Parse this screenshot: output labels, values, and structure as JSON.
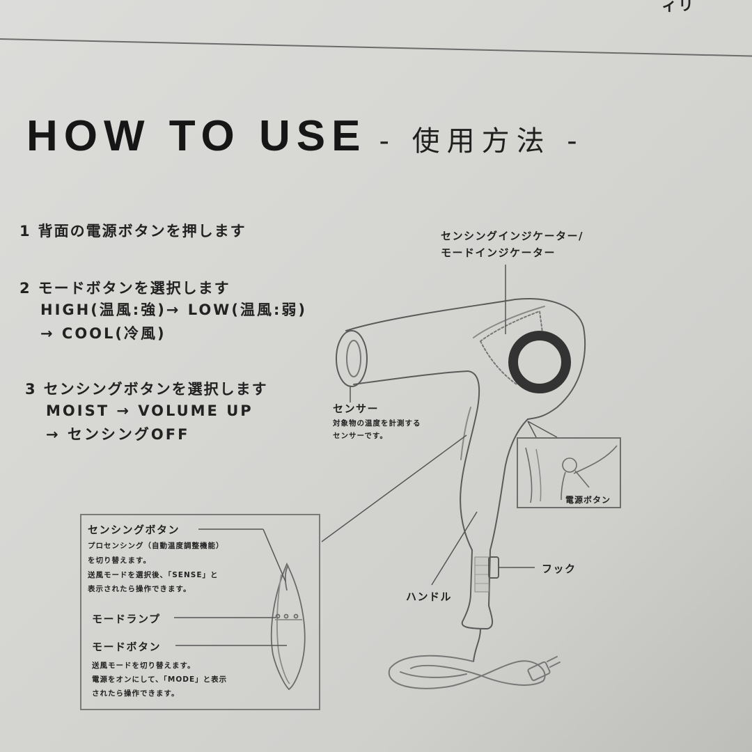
{
  "header": {
    "top_fragment": "ィリ",
    "title_en": "HOW TO USE",
    "title_ja": "- 使用方法 -"
  },
  "steps": [
    {
      "number": "1",
      "heading": "背面の電源ボタンを押します",
      "lines": []
    },
    {
      "number": "2",
      "heading": "モードボタンを選択します",
      "lines": [
        "HIGH(温風:強)→ LOW(温風:弱)",
        "→ COOL(冷風)"
      ]
    },
    {
      "number": "3",
      "heading": "センシングボタンを選択します",
      "lines": [
        "MOIST → VOLUME UP",
        "→ センシングOFF"
      ]
    }
  ],
  "diagram": {
    "indicator_label_1": "センシングインジケーター/",
    "indicator_label_2": "モードインジケーター",
    "sensor": {
      "title": "センサー",
      "desc_1": "対象物の温度を計測する",
      "desc_2": "センサーです。"
    },
    "power_button_label": "電源ボタン",
    "hook_label": "フック",
    "handle_label": "ハンドル",
    "callout": {
      "sensing_button_title": "センシングボタン",
      "sensing_desc_1": "プロセンシング（自動温度調整機能）",
      "sensing_desc_2": "を切り替えます。",
      "sensing_desc_3": "送風モードを選択後、「SENSE」と",
      "sensing_desc_4": "表示されたら操作できます。",
      "mode_lamp_label": "モードランプ",
      "mode_button_title": "モードボタン",
      "mode_desc_1": "送風モードを切り替えます。",
      "mode_desc_2": "電源をオンにして、「MODE」と表示",
      "mode_desc_3": "されたら操作できます。"
    }
  },
  "colors": {
    "background": "#d6d6d3",
    "text": "#1c1c1c",
    "line": "#6b6b6b"
  }
}
